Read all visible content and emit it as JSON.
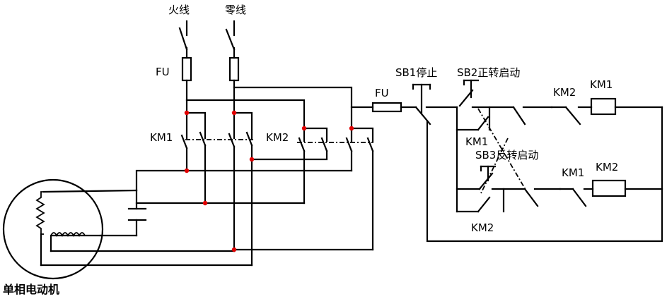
{
  "labels": {
    "live_wire": "火线",
    "neutral_wire": "零线",
    "fuse_main": "FU",
    "fuse_control": "FU",
    "km1_power": "KM1",
    "km2_power": "KM2",
    "sb1": "SB1停止",
    "sb2": "SB2正转启动",
    "sb3": "SB3反转启动",
    "km1_hold": "KM1",
    "km2_hold": "KM2",
    "km2_interlock": "KM2",
    "km1_interlock": "KM1",
    "coil_km1": "KM1",
    "coil_km2": "KM2",
    "motor": "单相电动机"
  },
  "colors": {
    "wire": "#000000",
    "junction": "#e00000"
  }
}
